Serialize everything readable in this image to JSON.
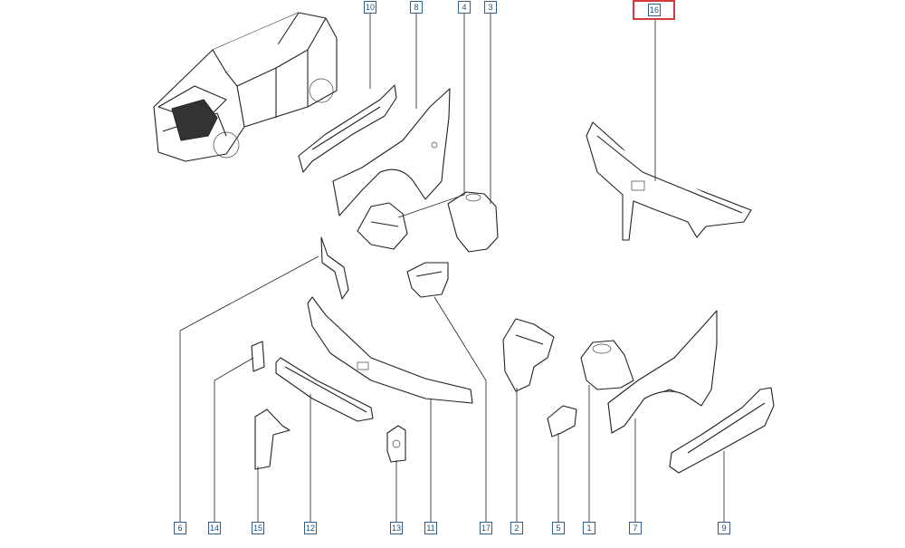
{
  "callouts": [
    {
      "id": "10",
      "label": "10"
    },
    {
      "id": "8",
      "label": "8"
    },
    {
      "id": "4",
      "label": "4"
    },
    {
      "id": "3",
      "label": "3"
    },
    {
      "id": "16",
      "label": "16",
      "highlighted": true
    },
    {
      "id": "6",
      "label": "6"
    },
    {
      "id": "14",
      "label": "14"
    },
    {
      "id": "15",
      "label": "15"
    },
    {
      "id": "12",
      "label": "12"
    },
    {
      "id": "13",
      "label": "13"
    },
    {
      "id": "11",
      "label": "11"
    },
    {
      "id": "17",
      "label": "17"
    },
    {
      "id": "2",
      "label": "2"
    },
    {
      "id": "5",
      "label": "5"
    },
    {
      "id": "1",
      "label": "1"
    },
    {
      "id": "7",
      "label": "7"
    },
    {
      "id": "9",
      "label": "9"
    }
  ],
  "colors": {
    "highlight": "#d43a3a",
    "label_border": "#2f5f8a",
    "line": "#222222"
  }
}
